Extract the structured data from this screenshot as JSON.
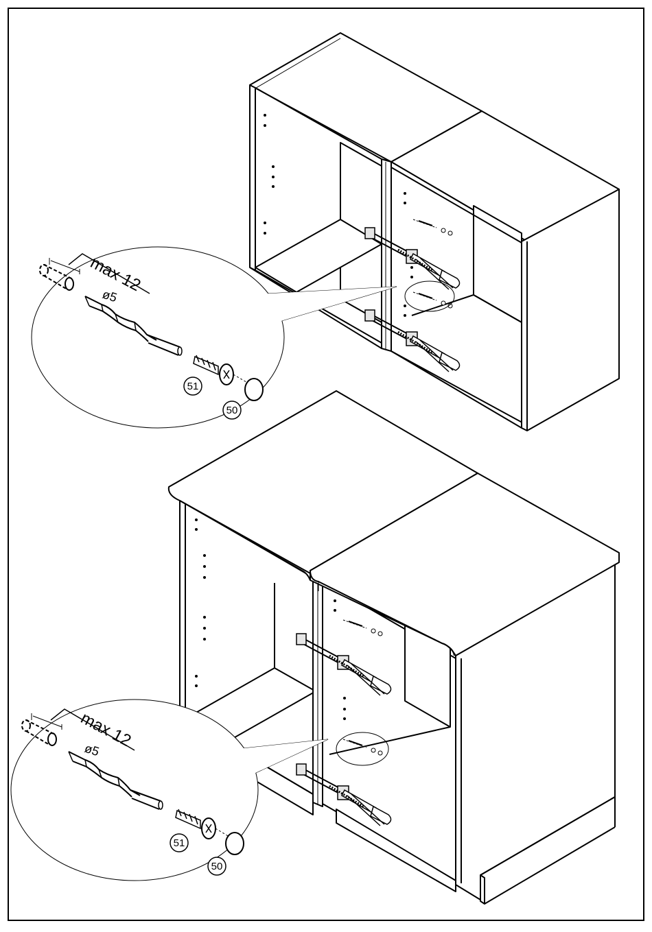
{
  "upper_detail": {
    "max_depth_label": "max 12",
    "drill_diameter_label": "ø5",
    "screw_part": "51",
    "cap_part": "50"
  },
  "lower_detail": {
    "max_depth_label": "max 12",
    "drill_diameter_label": "ø5",
    "screw_part": "51",
    "cap_part": "50"
  },
  "colors": {
    "line": "#000000",
    "paper": "#ffffff",
    "clamp_fill": "#e6e6e6"
  }
}
